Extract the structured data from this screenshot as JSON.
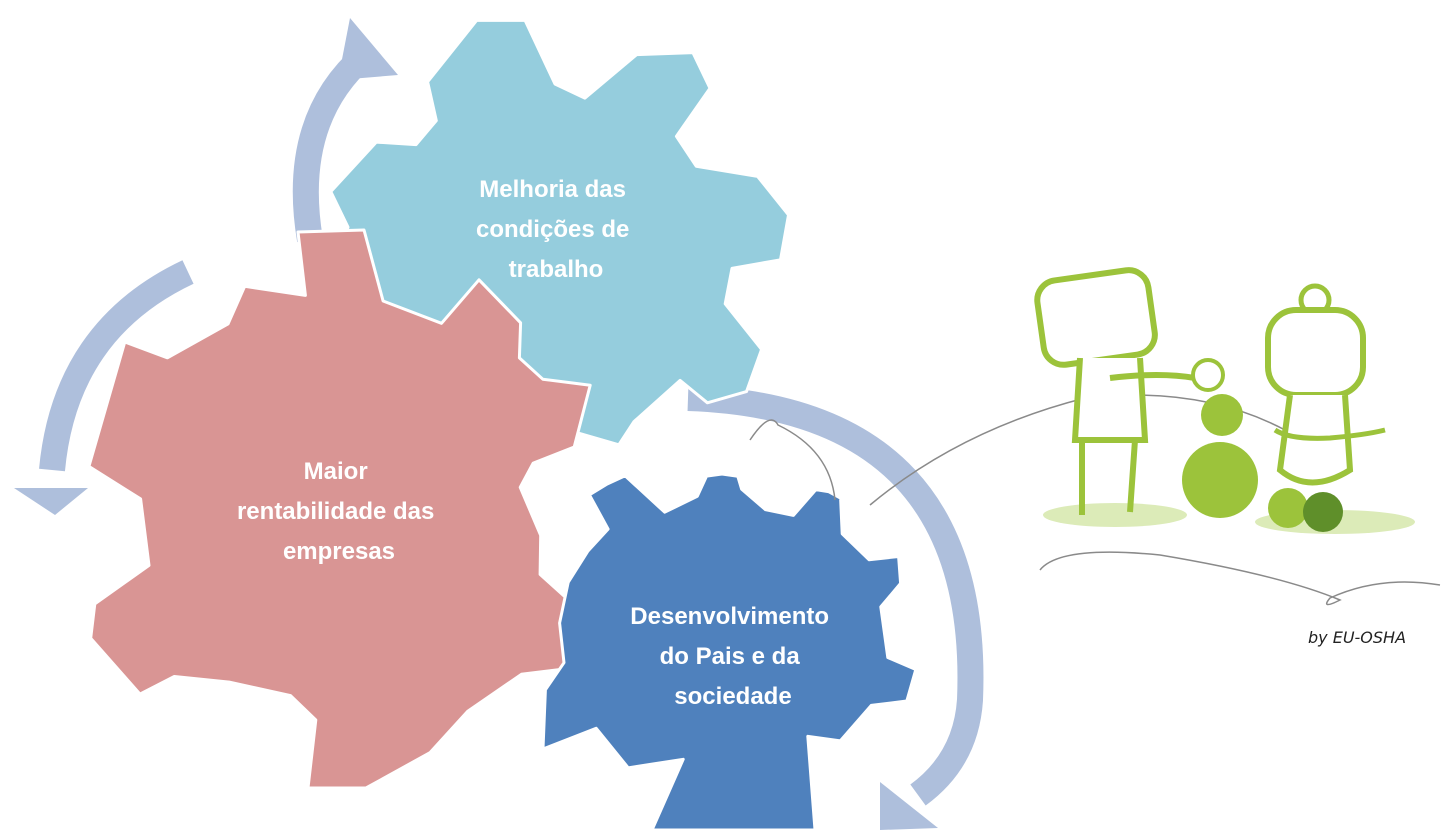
{
  "gears": [
    {
      "id": "top",
      "lines": [
        "Melhoria das",
        "condições de",
        "trabalho"
      ],
      "color": "#95cddd"
    },
    {
      "id": "left",
      "lines": [
        "Maior",
        "rentabilidade das",
        "empresas"
      ],
      "color": "#d99594"
    },
    {
      "id": "right",
      "lines": [
        "Desenvolvimento",
        "do Pais e da",
        "sociedade"
      ],
      "color": "#4f81bd"
    }
  ],
  "arrow_color": "#aebfdc",
  "illustration": {
    "accent": "#9cc33b",
    "dark_accent": "#5f8f2a",
    "shadow": "#dcebb8"
  },
  "credit": "by EU-OSHA"
}
